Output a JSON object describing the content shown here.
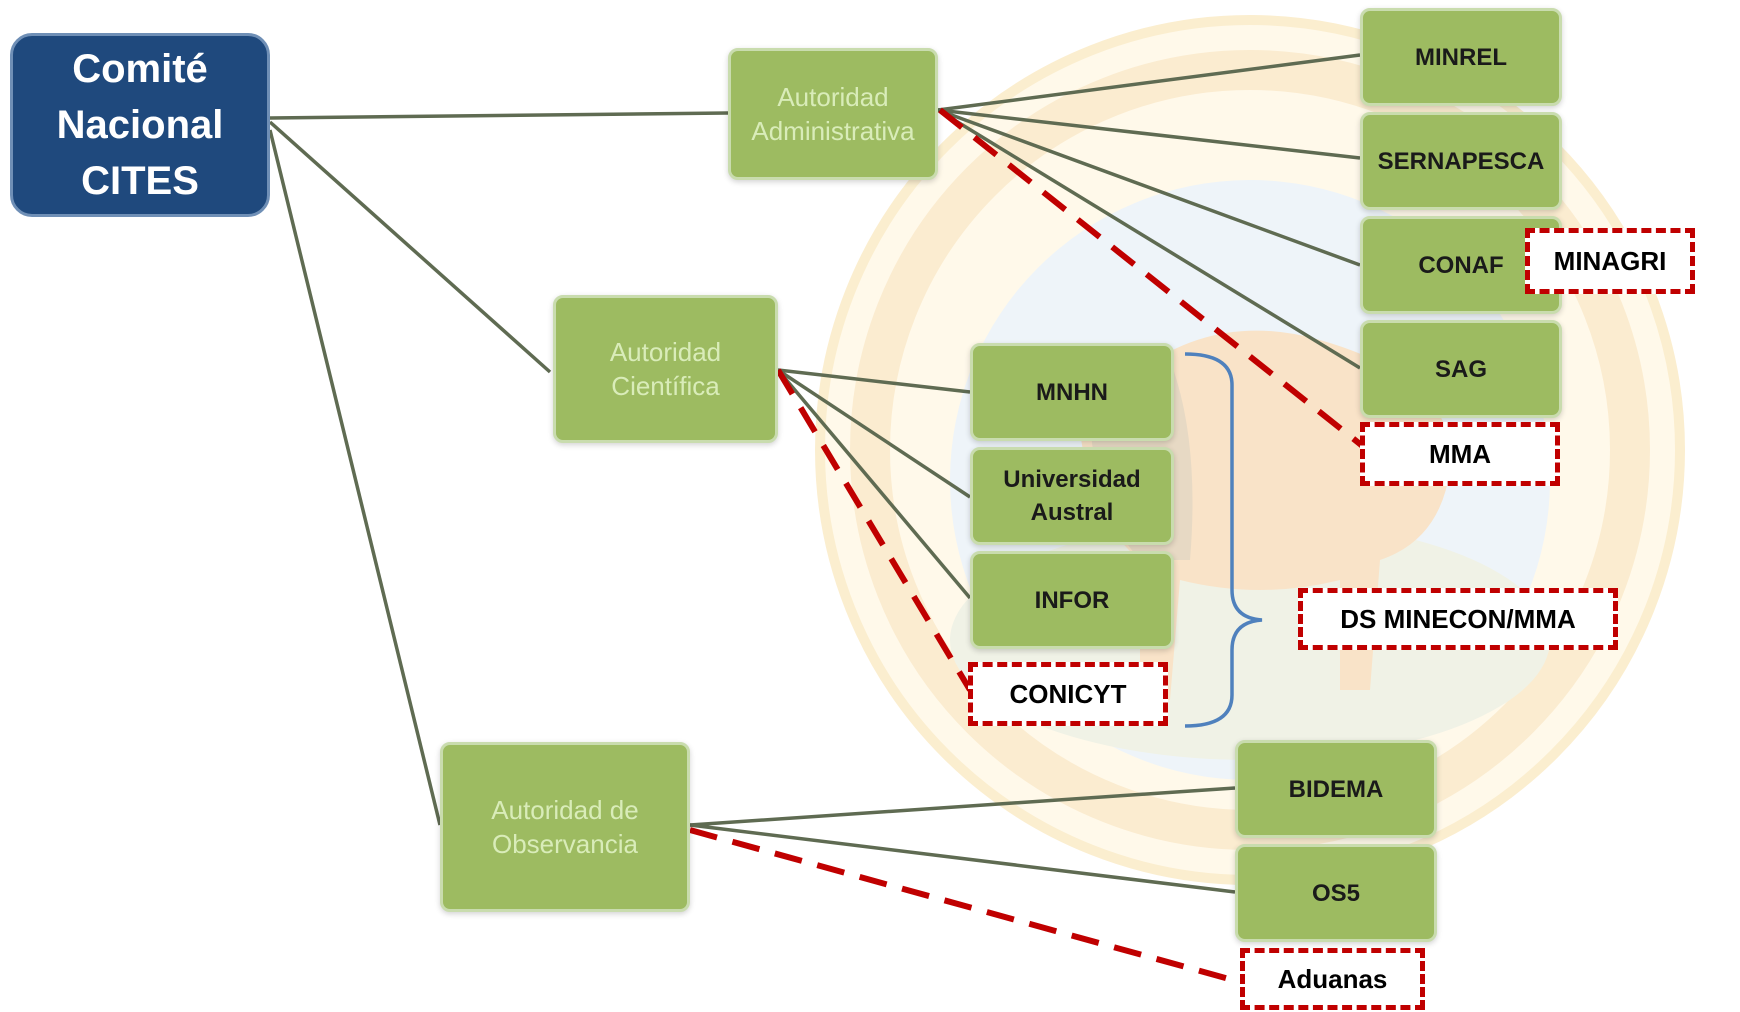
{
  "root": {
    "label": "Comité\nNacional\nCITES"
  },
  "authorities": {
    "administrativa": "Autoridad\nAdministrativa",
    "cientifica": "Autoridad\nCientífica",
    "observancia": "Autoridad de\nObservancia"
  },
  "administrativa_members": [
    "MINREL",
    "SERNAPESCA",
    "CONAF",
    "SAG"
  ],
  "cientifica_members": [
    "MNHN",
    "Universidad\nAustral",
    "INFOR"
  ],
  "observancia_members": [
    "BIDEMA",
    "OS5"
  ],
  "proposed": {
    "minagri": "MINAGRI",
    "mma": "MMA",
    "conicyt": "CONICYT",
    "ds": "DS MINECON/MMA",
    "aduanas": "Aduanas"
  },
  "colors": {
    "root": "#1f497d",
    "node": "#9dbb61",
    "connector": "#5f6b52",
    "dashed": "#c00000",
    "brace": "#4f81bd"
  }
}
